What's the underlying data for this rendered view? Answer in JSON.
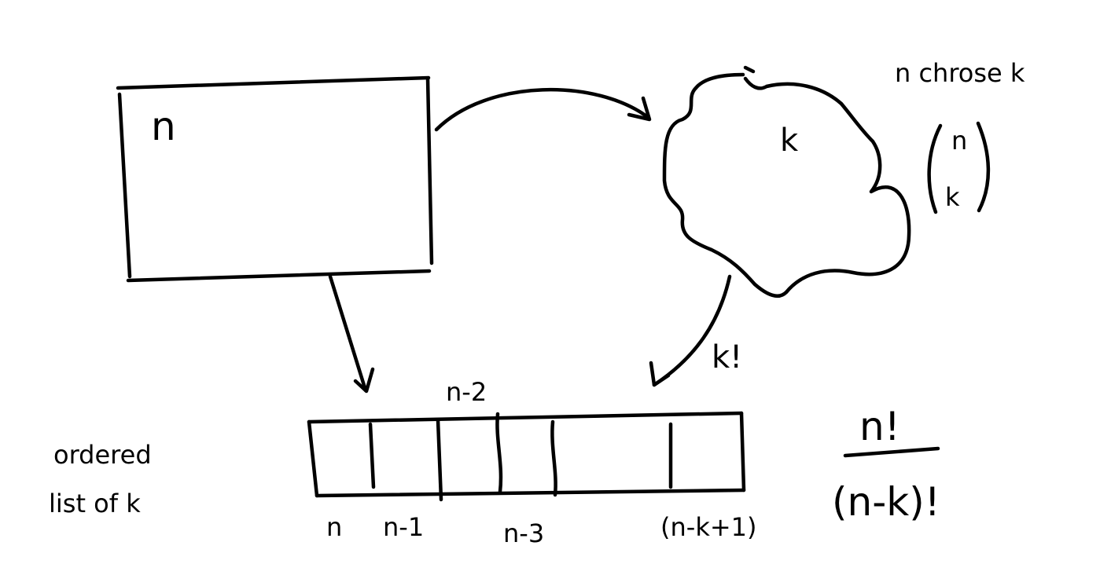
{
  "set_box": {
    "label": "n"
  },
  "subset_cloud": {
    "label": "k"
  },
  "choose_note": {
    "text": "n chrose k",
    "binomial_top": "n",
    "binomial_bottom": "k"
  },
  "permute_arrow": {
    "label": "k!"
  },
  "ordered_list_caption": {
    "line1": "ordered",
    "line2": "list of k"
  },
  "slots": {
    "top_label": "n-2",
    "bottom_labels": [
      "n",
      "n-1",
      "n-3",
      "(n-k+1)"
    ]
  },
  "formula": {
    "numerator": "n!",
    "denominator": "(n-k)!"
  }
}
